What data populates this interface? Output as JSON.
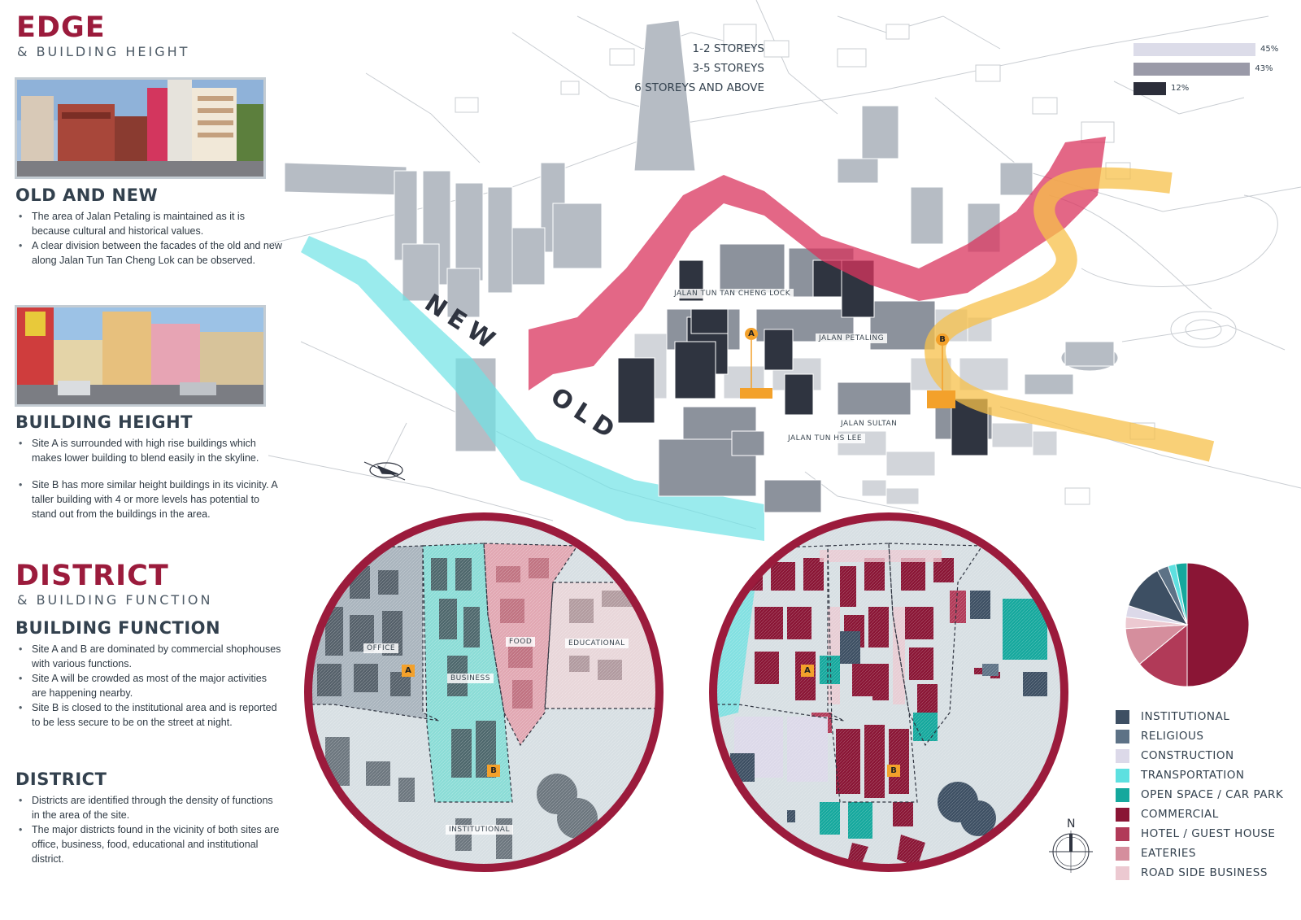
{
  "edge": {
    "title": "EDGE",
    "subtitle": "& BUILDING HEIGHT"
  },
  "old_new": {
    "heading": "OLD AND NEW",
    "bullets": [
      "The area of Jalan Petaling is maintained as it is because cultural and historical values.",
      "A clear division between the facades of the old and new along Jalan Tun Tan Cheng Lok can be observed."
    ]
  },
  "building_height": {
    "heading": "BUILDING HEIGHT",
    "bullets": [
      "Site A is surrounded with high rise buildings which makes lower building to blend easily in the skyline.",
      "Site B has more similar height buildings in its vicinity. A taller building with 4 or more levels has potential to stand out from the buildings in the area."
    ]
  },
  "district_section": {
    "title": "DISTRICT",
    "subtitle": "& BUILDING FUNCTION"
  },
  "building_function": {
    "heading": "BUILDING FUNCTION",
    "bullets": [
      "Site A and B are dominated by commercial shophouses with various functions.",
      "Site A will be crowded as most of the major activities are happening nearby.",
      "Site B is closed to the institutional area and is reported to be less secure to be on the street at night."
    ]
  },
  "district": {
    "heading": "DISTRICT",
    "bullets": [
      "Districts are identified through the density of functions in the area of the site.",
      "The major districts found in the vicinity of both sites are office, business, food, educational and institutional district."
    ]
  },
  "axo_map": {
    "labels": {
      "new": "NEW",
      "old": "OLD",
      "street1": "JALAN TUN TAN CHENG LOCK",
      "street2": "JALAN PETALING",
      "street3": "JALAN SULTAN",
      "street4": "JALAN TUN HS LEE",
      "site_a": "A",
      "site_b": "B"
    },
    "colors": {
      "edge_band": "#d9345e",
      "river": "#6fe3e6",
      "road": "#f7c04a",
      "tall": "#2f3440",
      "mid": "#8c929c",
      "low": "#d2d5da",
      "highrise": "#b6bcc4",
      "site": "#f3a12b"
    }
  },
  "height_chart": {
    "rows": [
      {
        "label": "1-2 STOREYS",
        "value": 45,
        "pct": "45%",
        "color": "#dcdce9"
      },
      {
        "label": "3-5 STOREYS",
        "value": 43,
        "pct": "43%",
        "color": "#9a9aa8"
      },
      {
        "label": "6 STOREYS AND ABOVE",
        "value": 12,
        "pct": "12%",
        "color": "#2c2e3a"
      }
    ]
  },
  "district_map": {
    "labels": {
      "office": "OFFICE",
      "business": "BUSINESS",
      "food": "FOOD",
      "educational": "EDUCATIONAL",
      "institutional": "INSTITUTIONAL",
      "site_a": "A",
      "site_b": "B"
    }
  },
  "function_map": {
    "labels": {
      "site_a": "A",
      "site_b": "B"
    }
  },
  "compass": {
    "north": "N"
  },
  "chart_data": {
    "type": "pie",
    "categories": [
      "INSTITUTIONAL",
      "RELIGIOUS",
      "CONSTRUCTION",
      "TRANSPORTATION",
      "OPEN SPACE / CAR PARK",
      "COMMERCIAL",
      "HOTEL / GUEST HOUSE",
      "EATERIES",
      "ROAD SIDE BUSINESS"
    ],
    "values": [
      12,
      3,
      3,
      2,
      3,
      50,
      14,
      10,
      3
    ],
    "colors": [
      "#3d4f63",
      "#5d7286",
      "#dcd9e9",
      "#5ee0e0",
      "#15a89d",
      "#8a1535",
      "#b13a58",
      "#d58e9d",
      "#ecc9d1"
    ]
  }
}
